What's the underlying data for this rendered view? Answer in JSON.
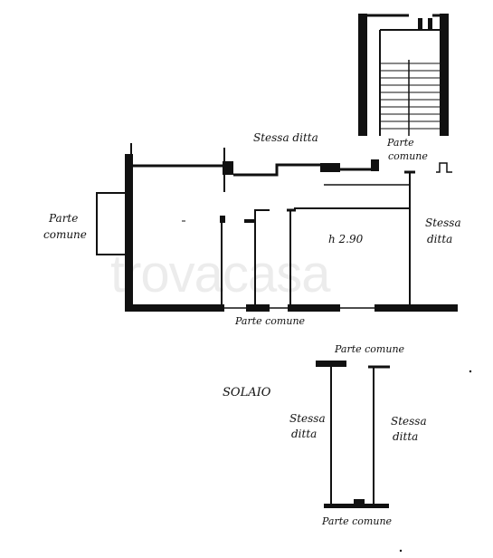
{
  "labels": {
    "stessa_ditta_top": "Stessa ditta",
    "parte_comune_stair_1": "Parte",
    "parte_comune_stair_2": "comune",
    "parte_comune_left_1": "Parte",
    "parte_comune_left_2": "comune",
    "height": "h 2.90",
    "stessa_ditta_right_1": "Stessa",
    "stessa_ditta_right_2": "ditta",
    "parte_comune_bottom": "Parte comune",
    "solaio": "SOLAIO",
    "solaio_parte_comune_top": "Parte comune",
    "solaio_stessa_ditta_left_1": "Stessa",
    "solaio_stessa_ditta_left_2": "ditta",
    "solaio_stessa_ditta_right_1": "Stessa",
    "solaio_stessa_ditta_right_2": "ditta",
    "solaio_parte_comune_bottom": "Parte comune"
  },
  "watermark": "trovacasa",
  "colors": {
    "ink": "#111111",
    "paper": "#ffffff"
  }
}
